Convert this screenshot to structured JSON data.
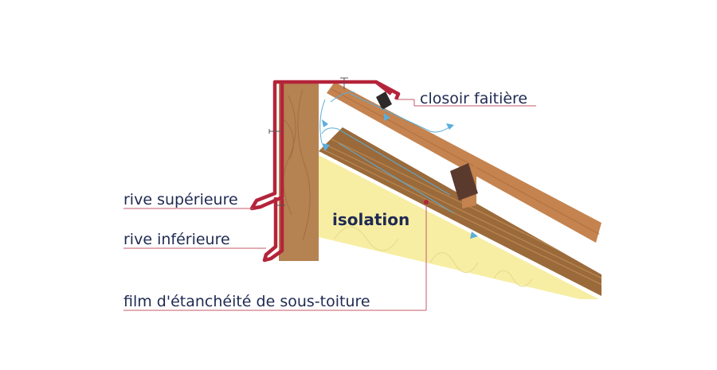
{
  "labels": {
    "closoir": "closoir faitière",
    "rive_sup": "rive supérieure",
    "rive_inf": "rive inférieure",
    "isolation": "isolation",
    "film": "film d'étanchéité de sous-toiture"
  },
  "colors": {
    "flashing": "#b4243a",
    "wood_light": "#c4834f",
    "wood_dark": "#9b6a3b",
    "board": "#a9773f",
    "insulation": "#f7eea3",
    "airflow": "#5aaedb",
    "text": "#1f2a52",
    "leader": "#c45a6a"
  }
}
